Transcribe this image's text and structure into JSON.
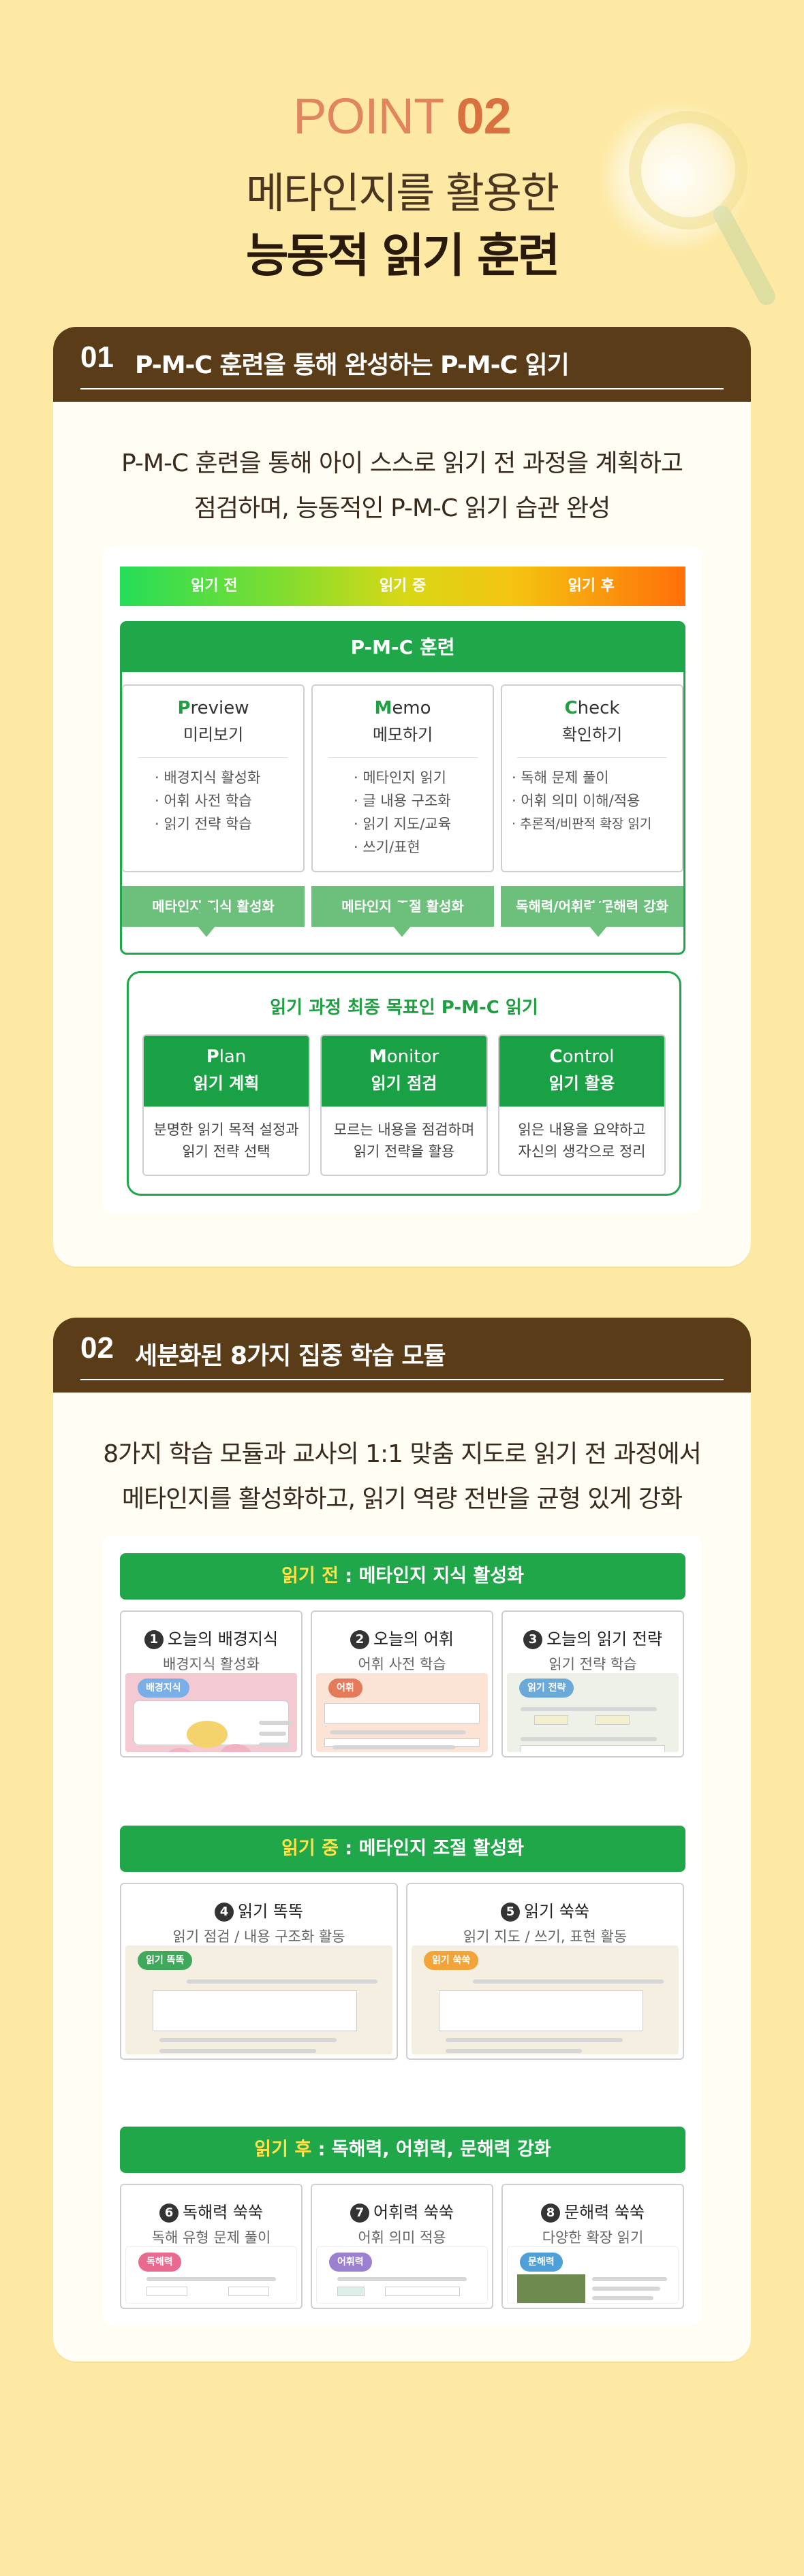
{
  "hero": {
    "point_word": "POINT",
    "point_num": "02",
    "subtitle": "메타인지를 활용한",
    "title": "능동적 읽기 훈련"
  },
  "section1": {
    "num": "01",
    "title": "P-M-C 훈련을 통해 완성하는 P-M-C 읽기",
    "lead_line1": "P-M-C 훈련을 통해 아이 스스로 읽기 전 과정을 계획하고",
    "lead_line2": "점검하며, 능동적인 P-M-C 읽기 습관 완성",
    "phases": [
      "읽기 전",
      "읽기 중",
      "읽기 후"
    ],
    "pmc_header": "P-M-C 훈련",
    "columns": [
      {
        "initial": "P",
        "rest": "review",
        "ko": "미리보기",
        "items": [
          "배경지식 활성화",
          "어휘 사전 학습",
          "읽기 전략 학습"
        ],
        "tag": "메타인지 지식 활성화"
      },
      {
        "initial": "M",
        "rest": "emo",
        "ko": "메모하기",
        "items": [
          "메타인지 읽기",
          "글 내용 구조화",
          "읽기 지도/교육",
          "쓰기/표현"
        ],
        "tag": "메타인지 조절 활성화"
      },
      {
        "initial": "C",
        "rest": "heck",
        "ko": "확인하기",
        "items": [
          "독해 문제 풀이",
          "어휘 의미 이해/적용",
          "추론적/비판적 확장 읽기"
        ],
        "tag": "독해력/어휘력/문해력 강화"
      }
    ],
    "goal_title": "읽기 과정 최종 목표인 P-M-C 읽기",
    "goals": [
      {
        "initial": "P",
        "rest": "lan",
        "ko": "읽기 계획",
        "desc1": "분명한 읽기 목적 설정과",
        "desc2": "읽기 전략 선택"
      },
      {
        "initial": "M",
        "rest": "onitor",
        "ko": "읽기 점검",
        "desc1": "모르는 내용을 점검하며",
        "desc2": "읽기 전략을 활용"
      },
      {
        "initial": "C",
        "rest": "ontrol",
        "ko": "읽기 활용",
        "desc1": "읽은 내용을 요약하고",
        "desc2": "자신의 생각으로 정리"
      }
    ],
    "colors": {
      "green": "#20a74a",
      "tag_green": "#6dbf7c"
    }
  },
  "section2": {
    "num": "02",
    "title": "세분화된 8가지 집중 학습 모듈",
    "lead_line1": "8가지 학습 모듈과 교사의 1:1 맞춤 지도로 읽기 전 과정에서",
    "lead_line2": "메타인지를 활성화하고, 읽기 역량 전반을 균형 있게 강화",
    "groups": [
      {
        "head": "읽기 전",
        "rest": " : 메타인지 지식 활성화"
      },
      {
        "head": "읽기 중",
        "rest": " : 메타인지 조절 활성화"
      },
      {
        "head": "읽기 후",
        "rest": " : 독해력, 어휘력, 문해력 강화"
      }
    ],
    "modules": [
      {
        "n": "1",
        "title": "오늘의 배경지식",
        "sub": "배경지식 활성화",
        "tag": "배경지식"
      },
      {
        "n": "2",
        "title": "오늘의 어휘",
        "sub": "어휘 사전 학습",
        "tag": "어휘"
      },
      {
        "n": "3",
        "title": "오늘의 읽기 전략",
        "sub": "읽기 전략 학습",
        "tag": "읽기 전략"
      },
      {
        "n": "4",
        "title": "읽기 똑똑",
        "sub": "읽기 점검 / 내용 구조화 활동",
        "tag": "읽기 똑똑"
      },
      {
        "n": "5",
        "title": "읽기 쑥쑥",
        "sub": "읽기 지도 / 쓰기, 표현 활동",
        "tag": "읽기 쑥쑥"
      },
      {
        "n": "6",
        "title": "독해력 쑥쑥",
        "sub": "독해 유형 문제 풀이",
        "tag": "독해력"
      },
      {
        "n": "7",
        "title": "어휘력 쑥쑥",
        "sub": "어휘 의미 적용",
        "tag": "어휘력"
      },
      {
        "n": "8",
        "title": "문해력 쑥쑥",
        "sub": "다양한 확장 읽기",
        "tag": "문해력"
      }
    ]
  }
}
